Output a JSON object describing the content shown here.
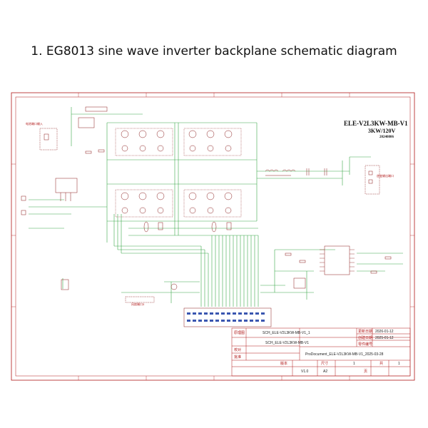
{
  "caption": "1. EG8013 sine wave inverter backplane schematic diagram",
  "board": {
    "name": "ELE-V2L3KW-MB-V1",
    "rating": "3KW/120V",
    "date": "20240806"
  },
  "labels": {
    "battery_port": "电池端口输入",
    "ac_output_port": "逆变输出端口",
    "fan_port": "风扇端口3"
  },
  "title_block": {
    "label_drawn": "原理图",
    "label_check": "校对",
    "label_approve": "批准",
    "label_update_date": "更新日期",
    "label_create_date": "创建日期",
    "label_component": "零件编号",
    "label_version": "版本",
    "label_size": "尺寸",
    "label_sheet": "页",
    "label_of": "共",
    "schematic_name": "SCH_ELE-V2L3KW-MB-V1_1",
    "sub_name": "SCH_ELE-V2L3KW-MB-V1",
    "update_date": "2026-01-12",
    "create_date": "2025-01-12",
    "document": "ProDocument_ELE-V2L3KW-MB-V1_2025-03-28",
    "version": "V1.0",
    "size": "A2",
    "sheet": "1",
    "sheets": "1"
  },
  "colors": {
    "border": "#b01818",
    "wire": "#3aa84a",
    "component": "#8a1b1b",
    "text": "#111111"
  }
}
